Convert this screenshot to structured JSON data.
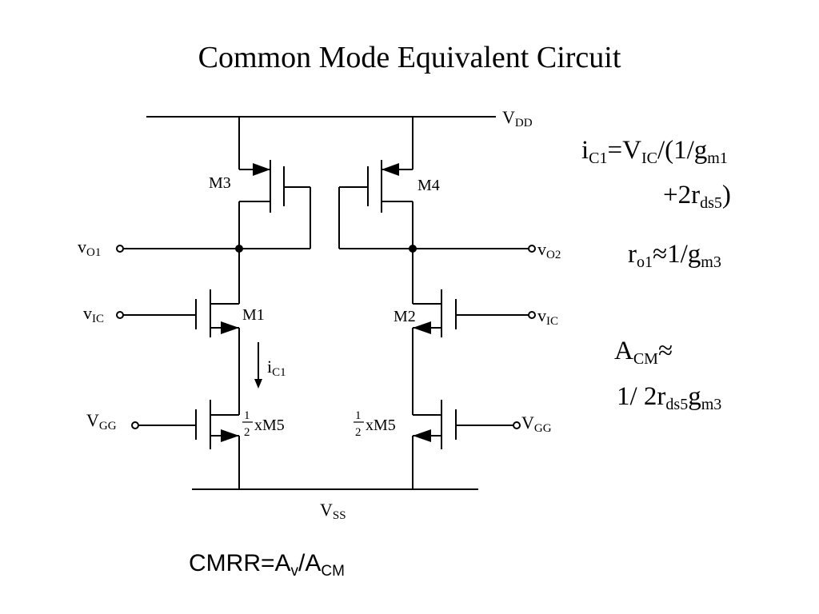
{
  "title": "Common Mode Equivalent Circuit",
  "labels": {
    "vdd_main": "V",
    "vdd_sub": "DD",
    "vss_main": "V",
    "vss_sub": "SS",
    "vo1_main": "v",
    "vo1_sub": "O1",
    "vo2_main": "v",
    "vo2_sub": "O2",
    "vic_left_main": "v",
    "vic_left_sub": "IC",
    "vic_right_main": "v",
    "vic_right_sub": "IC",
    "vgg_left_main": "V",
    "vgg_left_sub": "GG",
    "vgg_right_main": "V",
    "vgg_right_sub": "GG",
    "m1": "M1",
    "m2": "M2",
    "m3": "M3",
    "m4": "M4",
    "half_num": "1",
    "half_den": "2",
    "xm5": "xM5",
    "ic1_main": "i",
    "ic1_sub": "C1"
  },
  "equations": {
    "ic1": {
      "line1": [
        {
          "t": "i"
        },
        {
          "s": "C1"
        },
        {
          "t": "=V"
        },
        {
          "s": "IC"
        },
        {
          "t": "/(1/g"
        },
        {
          "s": "m1"
        }
      ],
      "line2": [
        {
          "t": "+2r"
        },
        {
          "s": "ds5"
        },
        {
          "t": ")"
        }
      ]
    },
    "ro1": [
      {
        "t": "r"
      },
      {
        "s": "o1"
      },
      {
        "t": "≈1/g"
      },
      {
        "s": "m3"
      }
    ],
    "acm": {
      "line1": [
        {
          "t": "A"
        },
        {
          "s": "CM"
        },
        {
          "t": "≈"
        }
      ],
      "line2": [
        {
          "t": "1/ 2r"
        },
        {
          "s": "ds5"
        },
        {
          "t": "g"
        },
        {
          "s": "m3"
        }
      ]
    },
    "cmrr": [
      {
        "t": "CMRR=A"
      },
      {
        "s": "v"
      },
      {
        "t": "/A"
      },
      {
        "s": "CM"
      }
    ]
  }
}
